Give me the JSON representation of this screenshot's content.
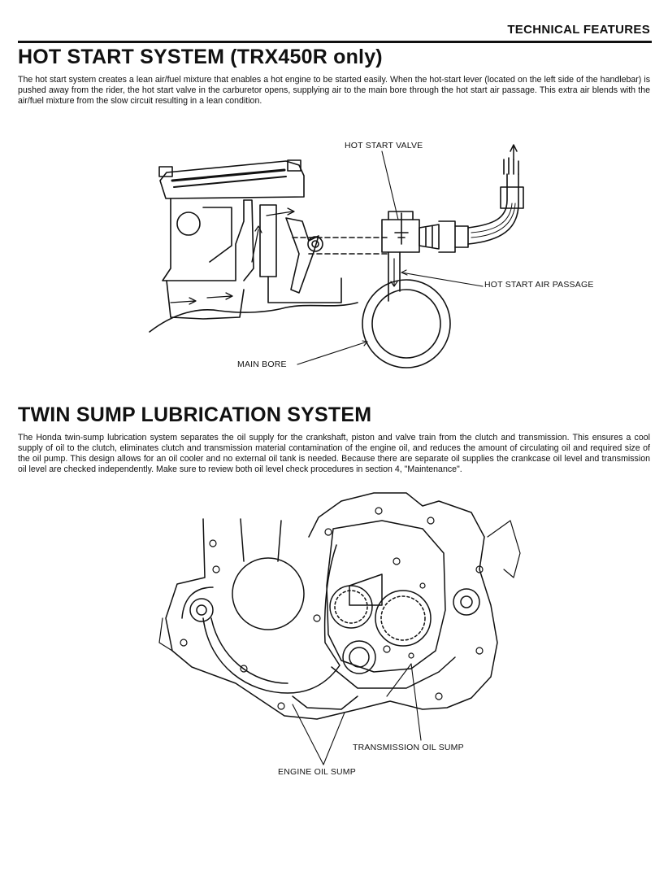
{
  "header": {
    "section_label": "TECHNICAL FEATURES"
  },
  "hot_start": {
    "title": "HOT START SYSTEM (TRX450R only)",
    "paragraph": "The hot start system creates a lean air/fuel mixture that enables a hot engine to be started easily. When the hot-start lever (located on the left side of the handlebar) is pushed away from the rider, the hot start valve in the carburetor opens, supplying air to the main bore through the hot start air passage. This extra air blends with the air/fuel mixture from the slow circuit resulting in a lean condition.",
    "figure": {
      "labels": {
        "valve": "HOT START VALVE",
        "air_passage": "HOT START AIR PASSAGE",
        "main_bore": "MAIN BORE"
      }
    }
  },
  "twin_sump": {
    "title": "TWIN SUMP LUBRICATION SYSTEM",
    "paragraph": "The Honda twin-sump lubrication system separates the oil supply for the crankshaft, piston and valve train from the clutch and transmission. This ensures a cool supply of oil to the clutch, eliminates clutch and transmission material contamination of the engine oil, and reduces the amount of circulating oil and required size of the oil pump. This design allows for an oil cooler and no external oil tank is needed. Because there are separate oil supplies the crankcase oil level and transmission oil level are checked independently. Make sure to review both oil level check procedures in section 4, \"Maintenance\".",
    "figure": {
      "labels": {
        "transmission_sump": "TRANSMISSION OIL SUMP",
        "engine_sump": "ENGINE OIL SUMP"
      }
    }
  }
}
